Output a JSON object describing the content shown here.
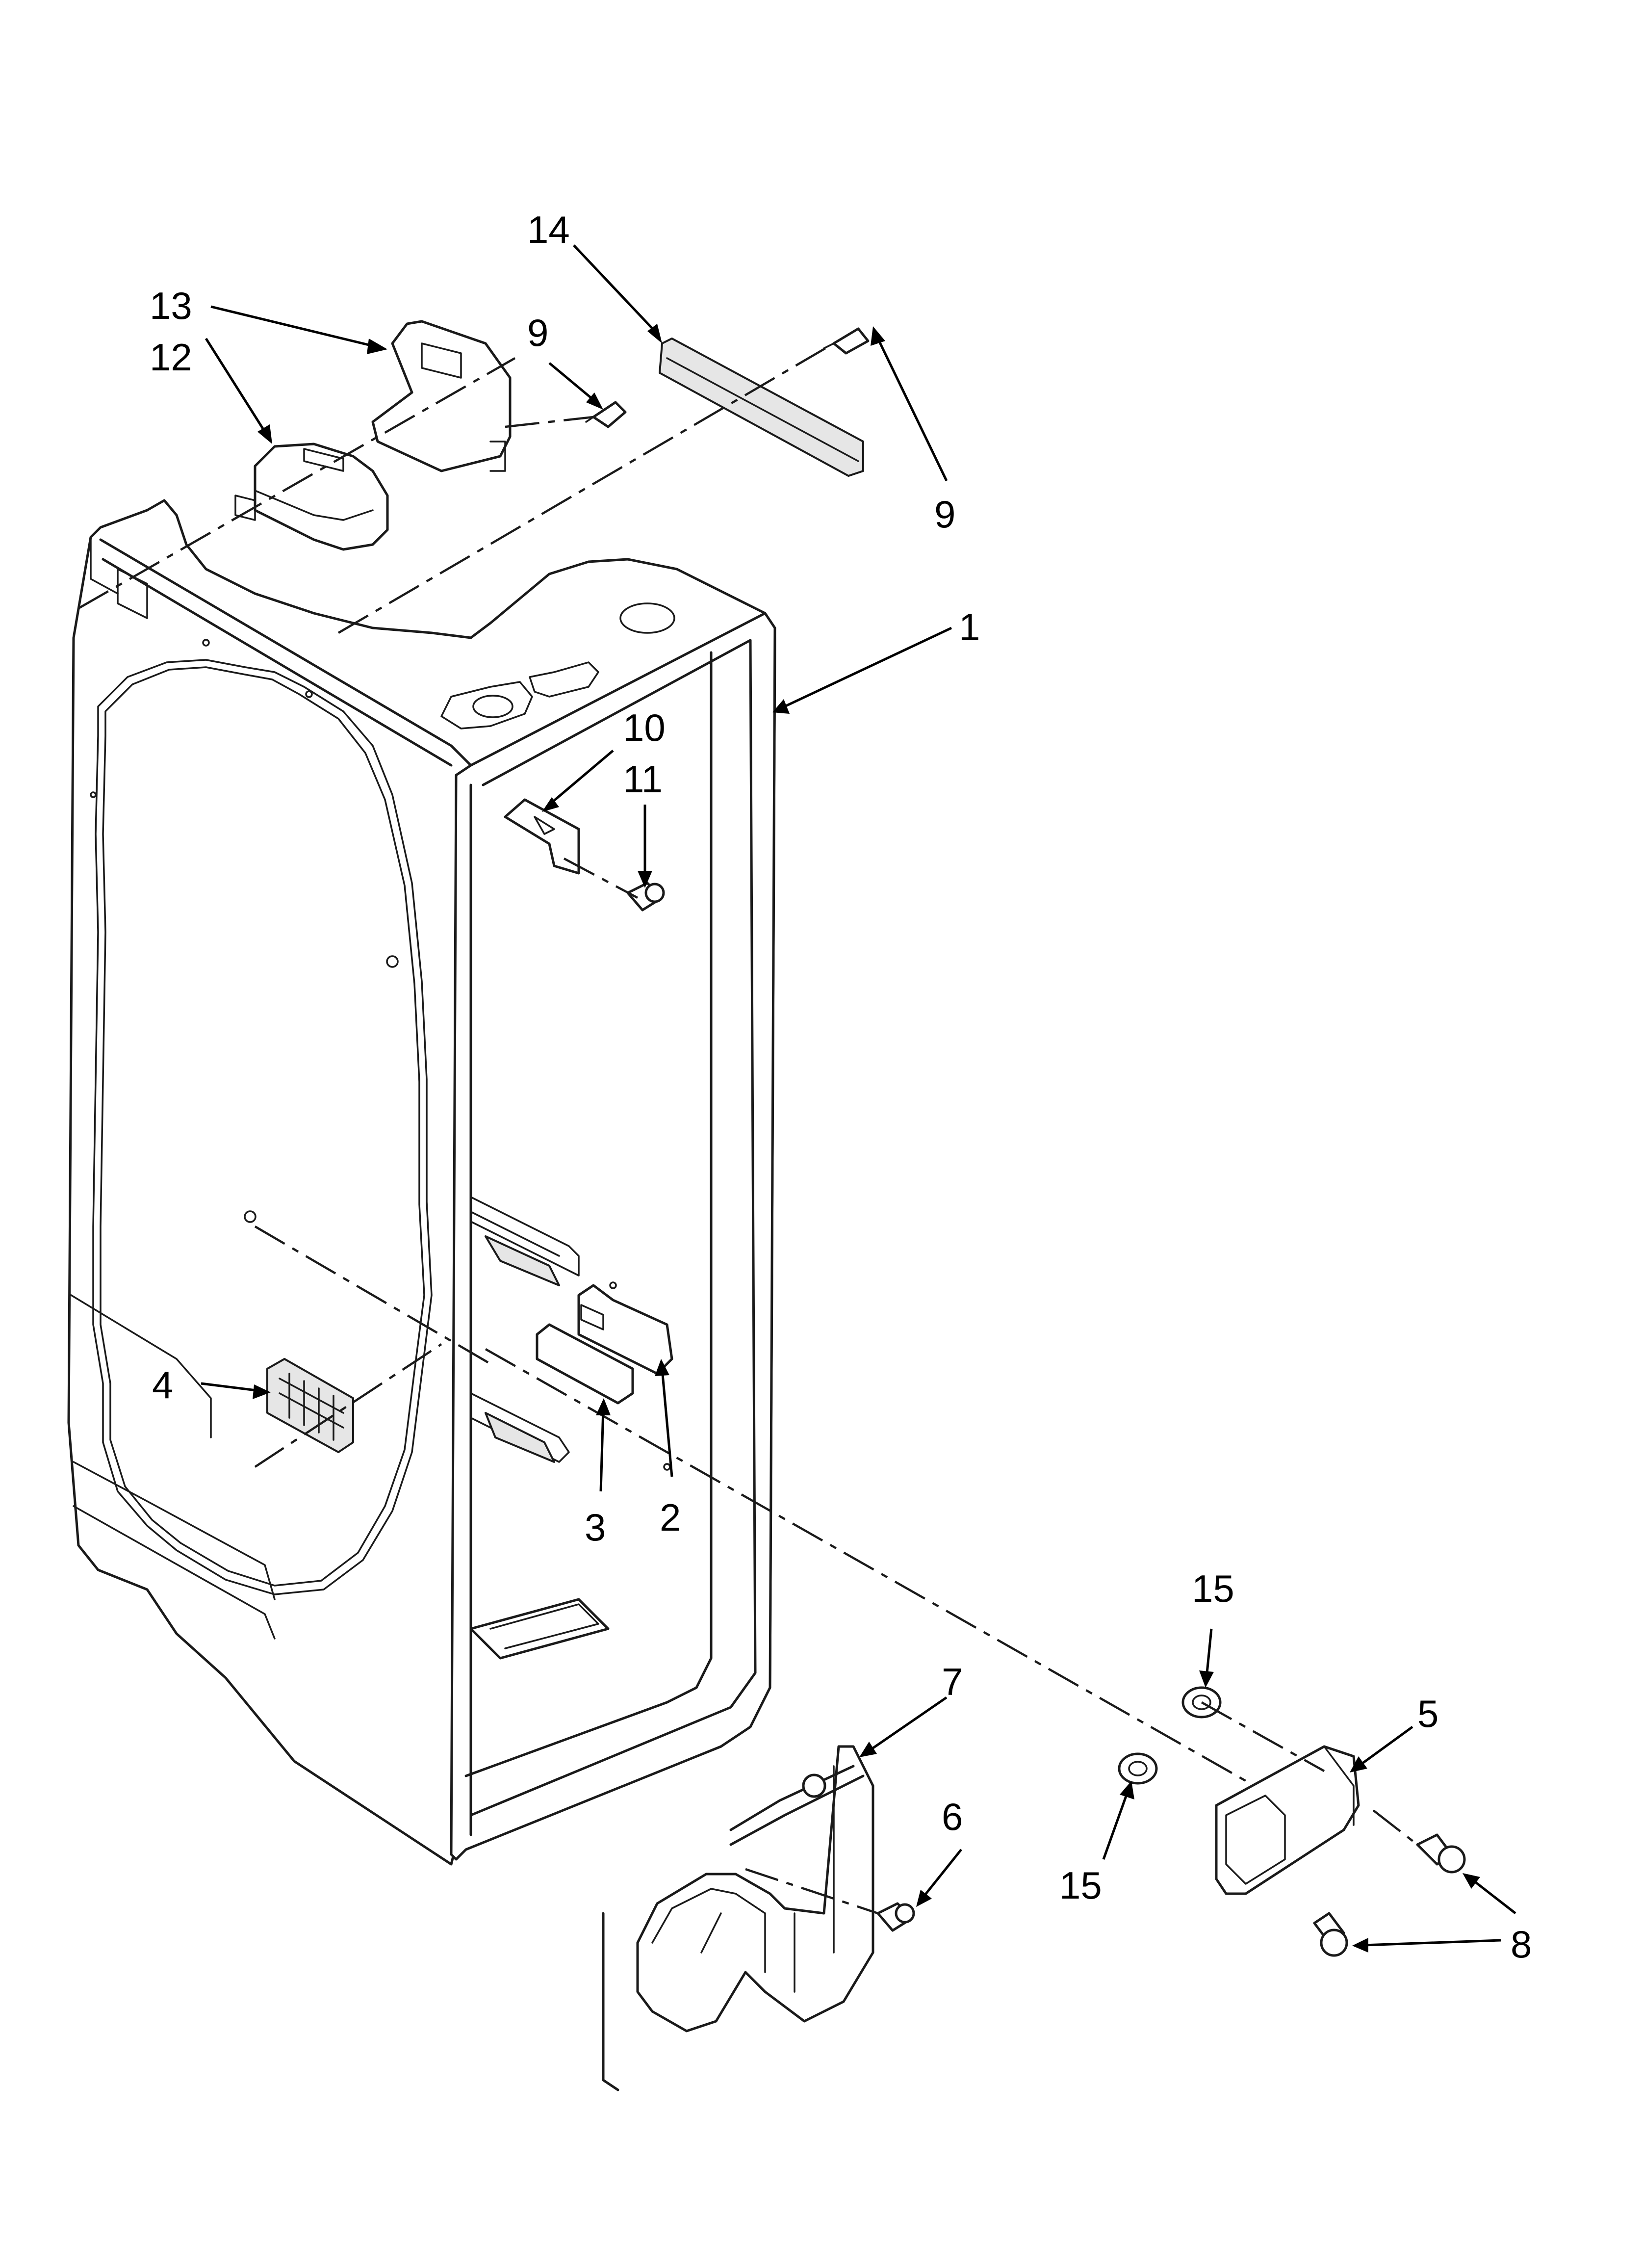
{
  "callouts": [
    {
      "id": "c1",
      "label": "1"
    },
    {
      "id": "c2",
      "label": "2"
    },
    {
      "id": "c3",
      "label": "3"
    },
    {
      "id": "c4",
      "label": "4"
    },
    {
      "id": "c5",
      "label": "5"
    },
    {
      "id": "c6",
      "label": "6"
    },
    {
      "id": "c7",
      "label": "7"
    },
    {
      "id": "c8",
      "label": "8"
    },
    {
      "id": "c9a",
      "label": "9"
    },
    {
      "id": "c9b",
      "label": "9"
    },
    {
      "id": "c10",
      "label": "10"
    },
    {
      "id": "c11",
      "label": "11"
    },
    {
      "id": "c12",
      "label": "12"
    },
    {
      "id": "c13",
      "label": "13"
    },
    {
      "id": "c14",
      "label": "14"
    },
    {
      "id": "c15a",
      "label": "15"
    },
    {
      "id": "c15b",
      "label": "15"
    }
  ]
}
